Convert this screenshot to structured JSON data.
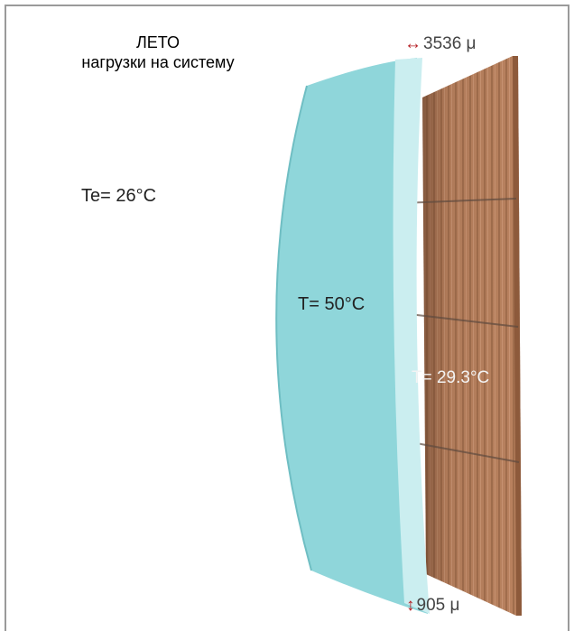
{
  "title": {
    "line1": "ЛЕТО",
    "line2": "нагрузки на систему"
  },
  "labels": {
    "exterior_temp": "Te= 26°C",
    "insulation_temp": "T= 50°C",
    "wall_temp": "T= 29.3°C"
  },
  "dimensions": {
    "horizontal": {
      "arrow": "↔",
      "value": "3536 μ"
    },
    "vertical": {
      "arrow": "↕",
      "value": "905 μ"
    }
  },
  "colors": {
    "insulation": "#8fd6da",
    "insulation_edge": "#cbeef0",
    "wall": "#b9825f",
    "arrow": "#b51e23"
  }
}
